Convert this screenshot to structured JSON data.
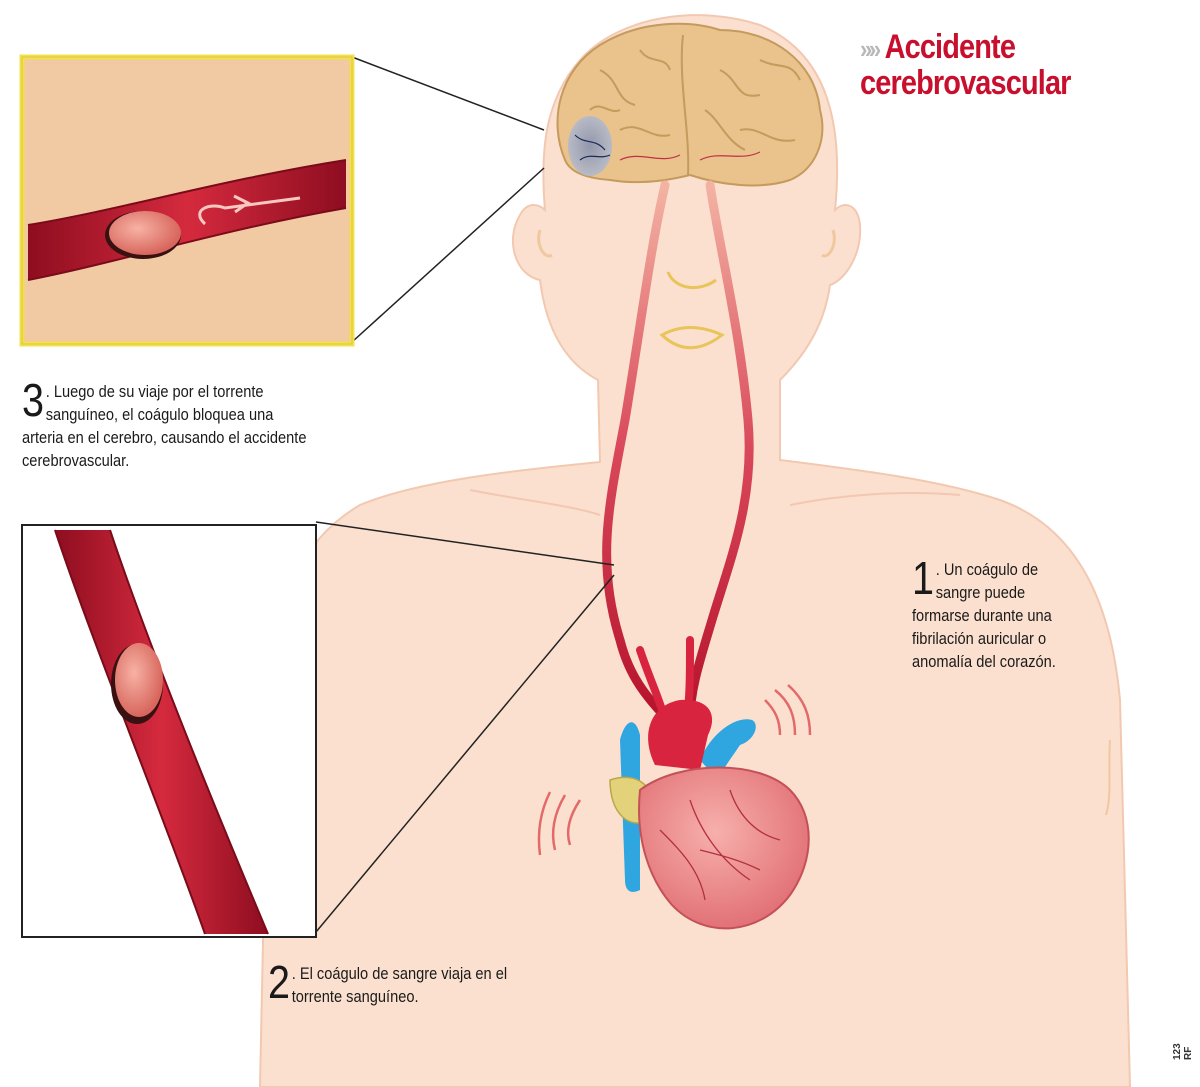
{
  "title": {
    "chevrons": "»»",
    "line1": "Accidente",
    "line2": "cerebrovascular"
  },
  "steps": [
    {
      "number": "1",
      "text": ". Un coágulo de sangre puede formarse durante una fibrilación auricular o anomalía del corazón."
    },
    {
      "number": "2",
      "text": ". El coágulo de sangre viaja en el torrente sanguíneo."
    },
    {
      "number": "3",
      "text": ". Luego de su viaje por el torrente sanguíneo, el coágulo bloquea una arteria en el cerebro, causando el accidente cerebrovascular."
    }
  ],
  "credit": "123 RF",
  "colors": {
    "title": "#c8102e",
    "skin": "#fbe0cf",
    "skin_outline": "#f2c9b0",
    "brain": "#e9c28c",
    "artery": "#b5122b",
    "vein": "#2fa6df",
    "clot": "#e3847a",
    "inset_bg_1": "#f1c9a2",
    "inset_border_1": "#f3e04a",
    "heart": "#ef8d8d",
    "blockage": "#9aa0b4"
  }
}
